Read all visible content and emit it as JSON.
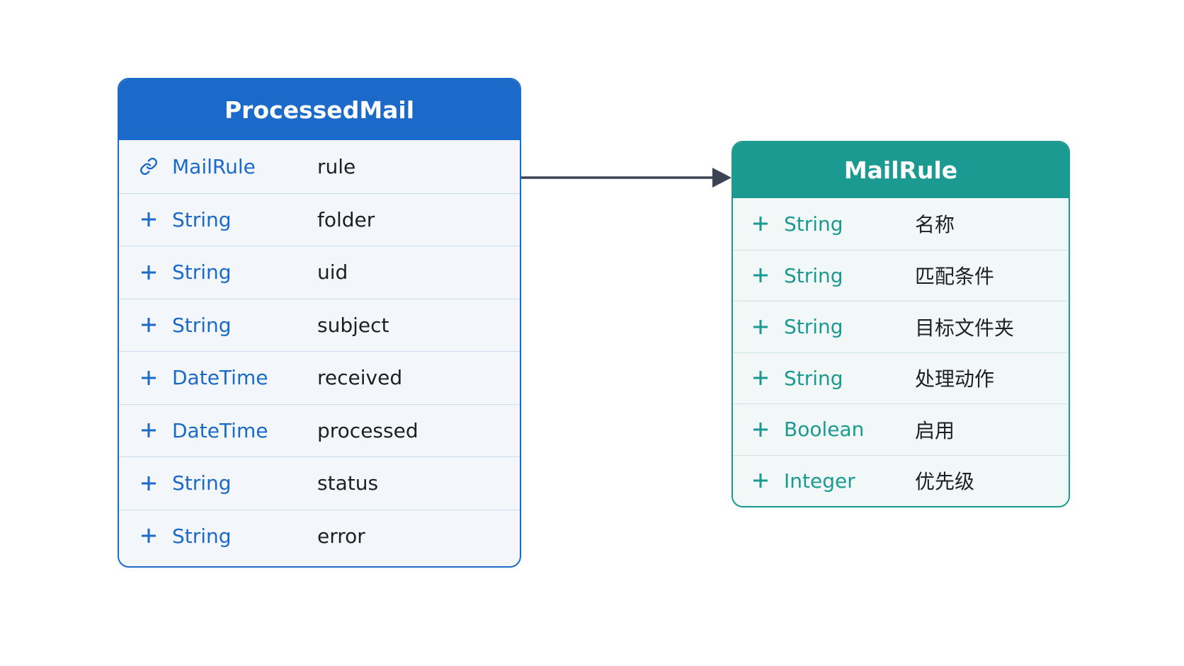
{
  "entities": {
    "processed": {
      "title": "ProcessedMail",
      "color": "#1b6ac9",
      "rows": [
        {
          "visibility": "link",
          "type": "MailRule",
          "name": "rule"
        },
        {
          "visibility": "+",
          "type": "String",
          "name": "folder"
        },
        {
          "visibility": "+",
          "type": "String",
          "name": "uid"
        },
        {
          "visibility": "+",
          "type": "String",
          "name": "subject"
        },
        {
          "visibility": "+",
          "type": "DateTime",
          "name": "received"
        },
        {
          "visibility": "+",
          "type": "DateTime",
          "name": "processed"
        },
        {
          "visibility": "+",
          "type": "String",
          "name": "status"
        },
        {
          "visibility": "+",
          "type": "String",
          "name": "error"
        }
      ]
    },
    "mailrule": {
      "title": "MailRule",
      "color": "#1a9a90",
      "rows": [
        {
          "visibility": "+",
          "type": "String",
          "name": "名称"
        },
        {
          "visibility": "+",
          "type": "String",
          "name": "匹配条件"
        },
        {
          "visibility": "+",
          "type": "String",
          "name": "目标文件夹"
        },
        {
          "visibility": "+",
          "type": "String",
          "name": "处理动作"
        },
        {
          "visibility": "+",
          "type": "Boolean",
          "name": "启用"
        },
        {
          "visibility": "+",
          "type": "Integer",
          "name": "优先级"
        }
      ]
    }
  },
  "relation": {
    "from": "ProcessedMail.rule",
    "to": "MailRule",
    "color": "#3a4452"
  }
}
